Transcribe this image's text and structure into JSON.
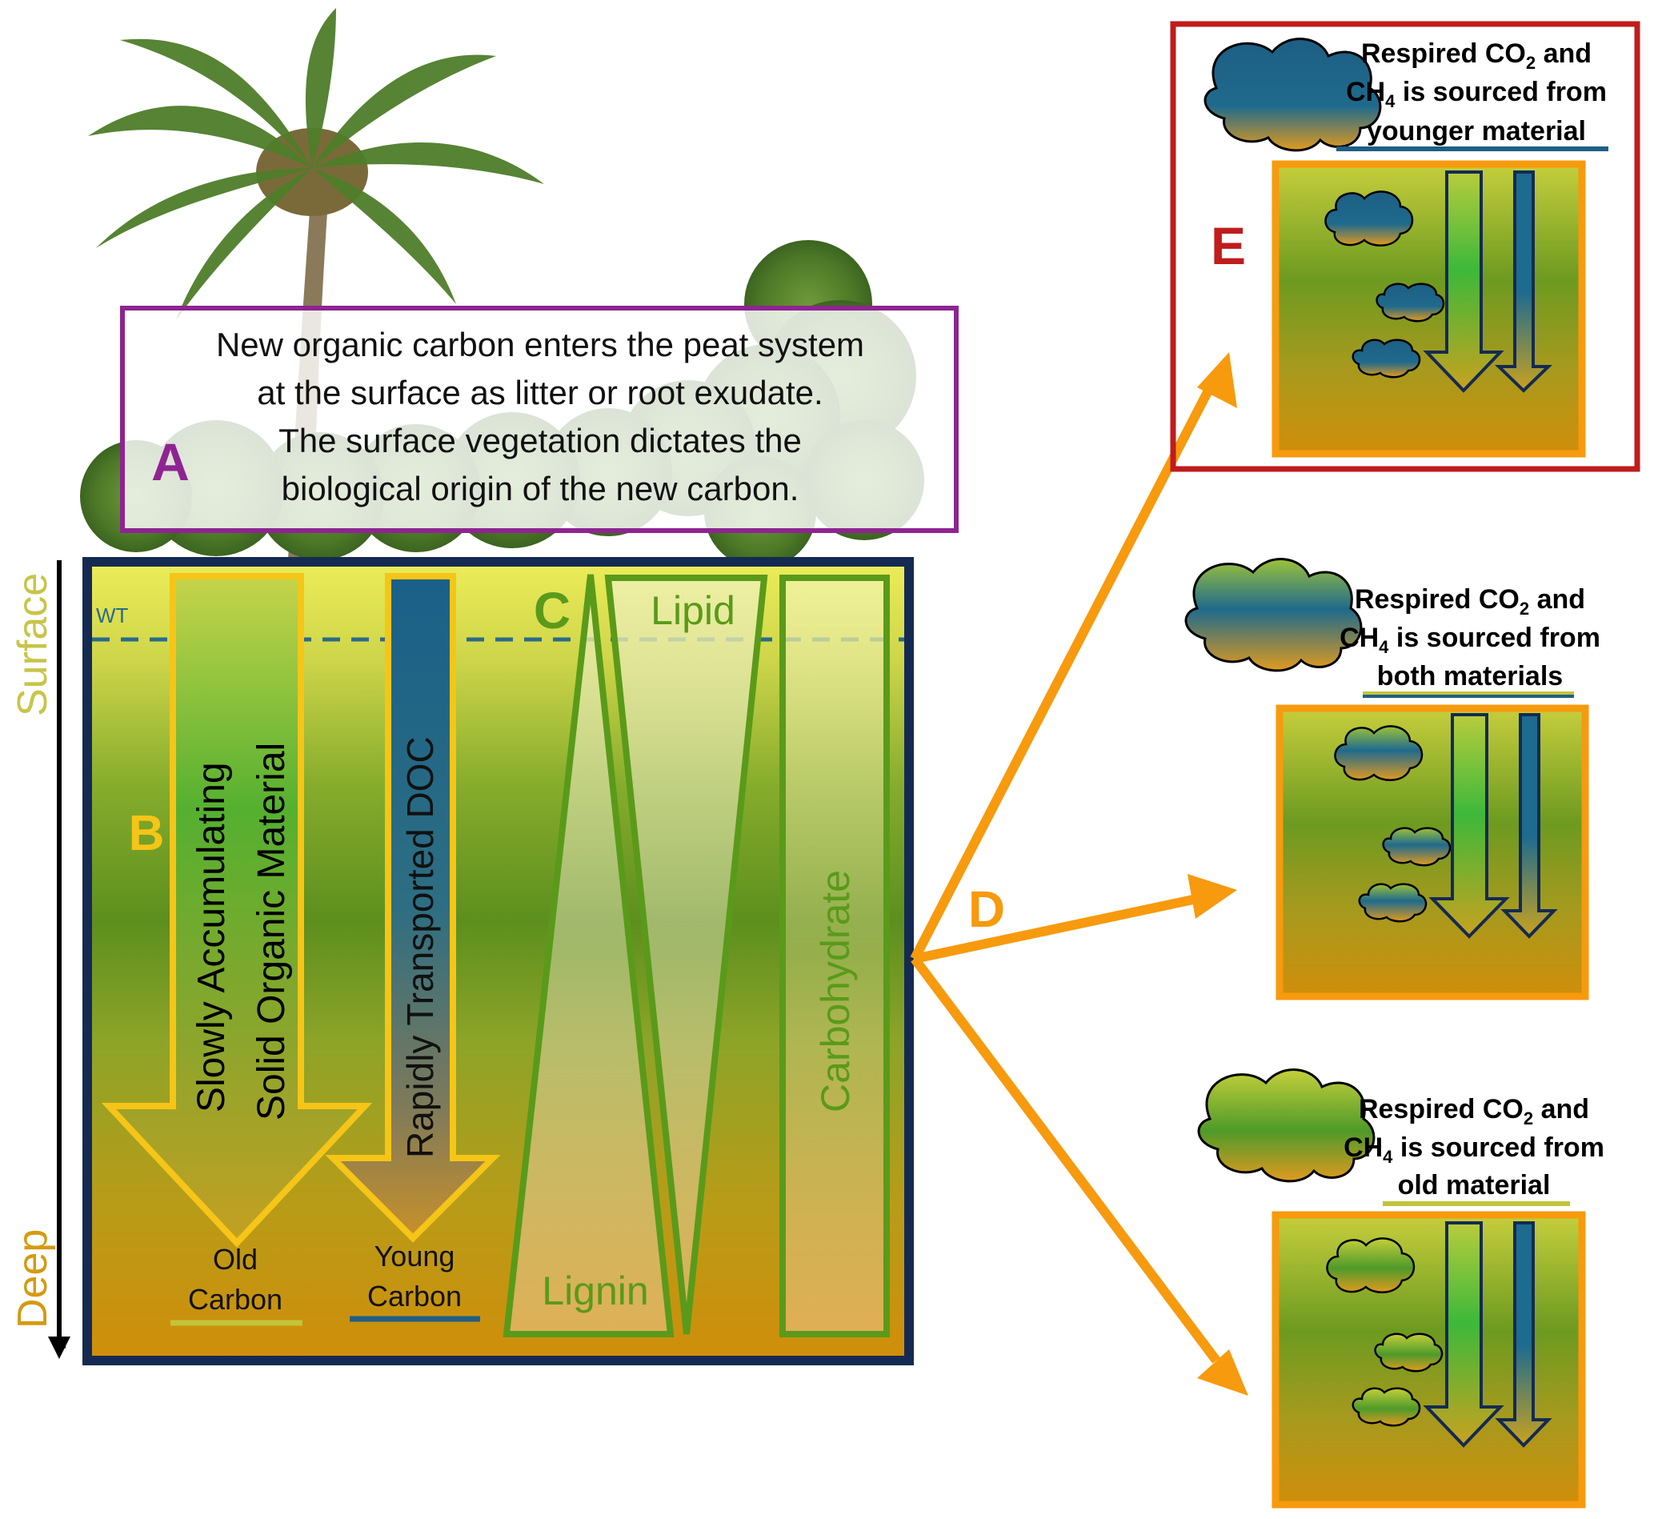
{
  "box_a": {
    "letter": "A",
    "lines": [
      "New organic carbon enters the peat system",
      "at the surface as litter or root exudate.",
      "The surface vegetation dictates the",
      "biological origin of the new carbon."
    ]
  },
  "depth_axis": {
    "top": "Surface",
    "bottom": "Deep"
  },
  "water_table": "WT",
  "labels": {
    "b": "B",
    "c": "C",
    "d": "D",
    "e": "E",
    "solid_line1": "Slowly Accumulating",
    "solid_line2": "Solid Organic Material",
    "doc": "Rapidly Transported DOC",
    "lipid": "Lipid",
    "lignin": "Lignin",
    "carbohydrate": "Carbohydrate",
    "old1": "Old",
    "old2": "Carbon",
    "young1": "Young",
    "young2": "Carbon"
  },
  "scenarios": [
    {
      "line1": "Respired CO",
      "sub1": "2",
      "line1b": " and",
      "line2a": "CH",
      "sub2": "4",
      "line2b": " is sourced from",
      "line3": "younger material"
    },
    {
      "line1": "Respired CO",
      "sub1": "2",
      "line1b": " and",
      "line2a": "CH",
      "sub2": "4",
      "line2b": " is sourced from",
      "line3": "both materials"
    },
    {
      "line1": "Respired CO",
      "sub1": "2",
      "line1b": " and",
      "line2a": "CH",
      "sub2": "4",
      "line2b": " is sourced from",
      "line3": "old material"
    }
  ],
  "colors": {
    "navy": "#152a52",
    "gold": "#f5c518",
    "green": "#5a9a1a",
    "purple": "#8e2491",
    "orange": "#f79a0e",
    "red": "#c01c1c",
    "blue": "#1f5f86",
    "olive": "#c2c43a"
  }
}
